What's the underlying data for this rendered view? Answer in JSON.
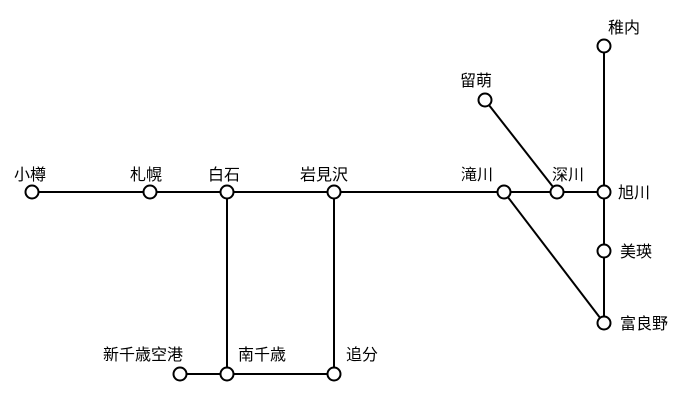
{
  "stations": {
    "otaru": "小樽",
    "sapporo": "札幌",
    "shiroishi": "白石",
    "iwamizawa": "岩見沢",
    "takikawa": "滝川",
    "fukagawa": "深川",
    "asahikawa": "旭川",
    "wakkanai": "稚内",
    "rumoi": "留萌",
    "biei": "美瑛",
    "furano": "富良野",
    "shin_chitose": "新千歳空港",
    "minami_chitose": "南千歳",
    "oiwake": "追分"
  },
  "colors": {
    "line": "#000000",
    "station_fill": "#ffffff",
    "text": "#000000"
  }
}
